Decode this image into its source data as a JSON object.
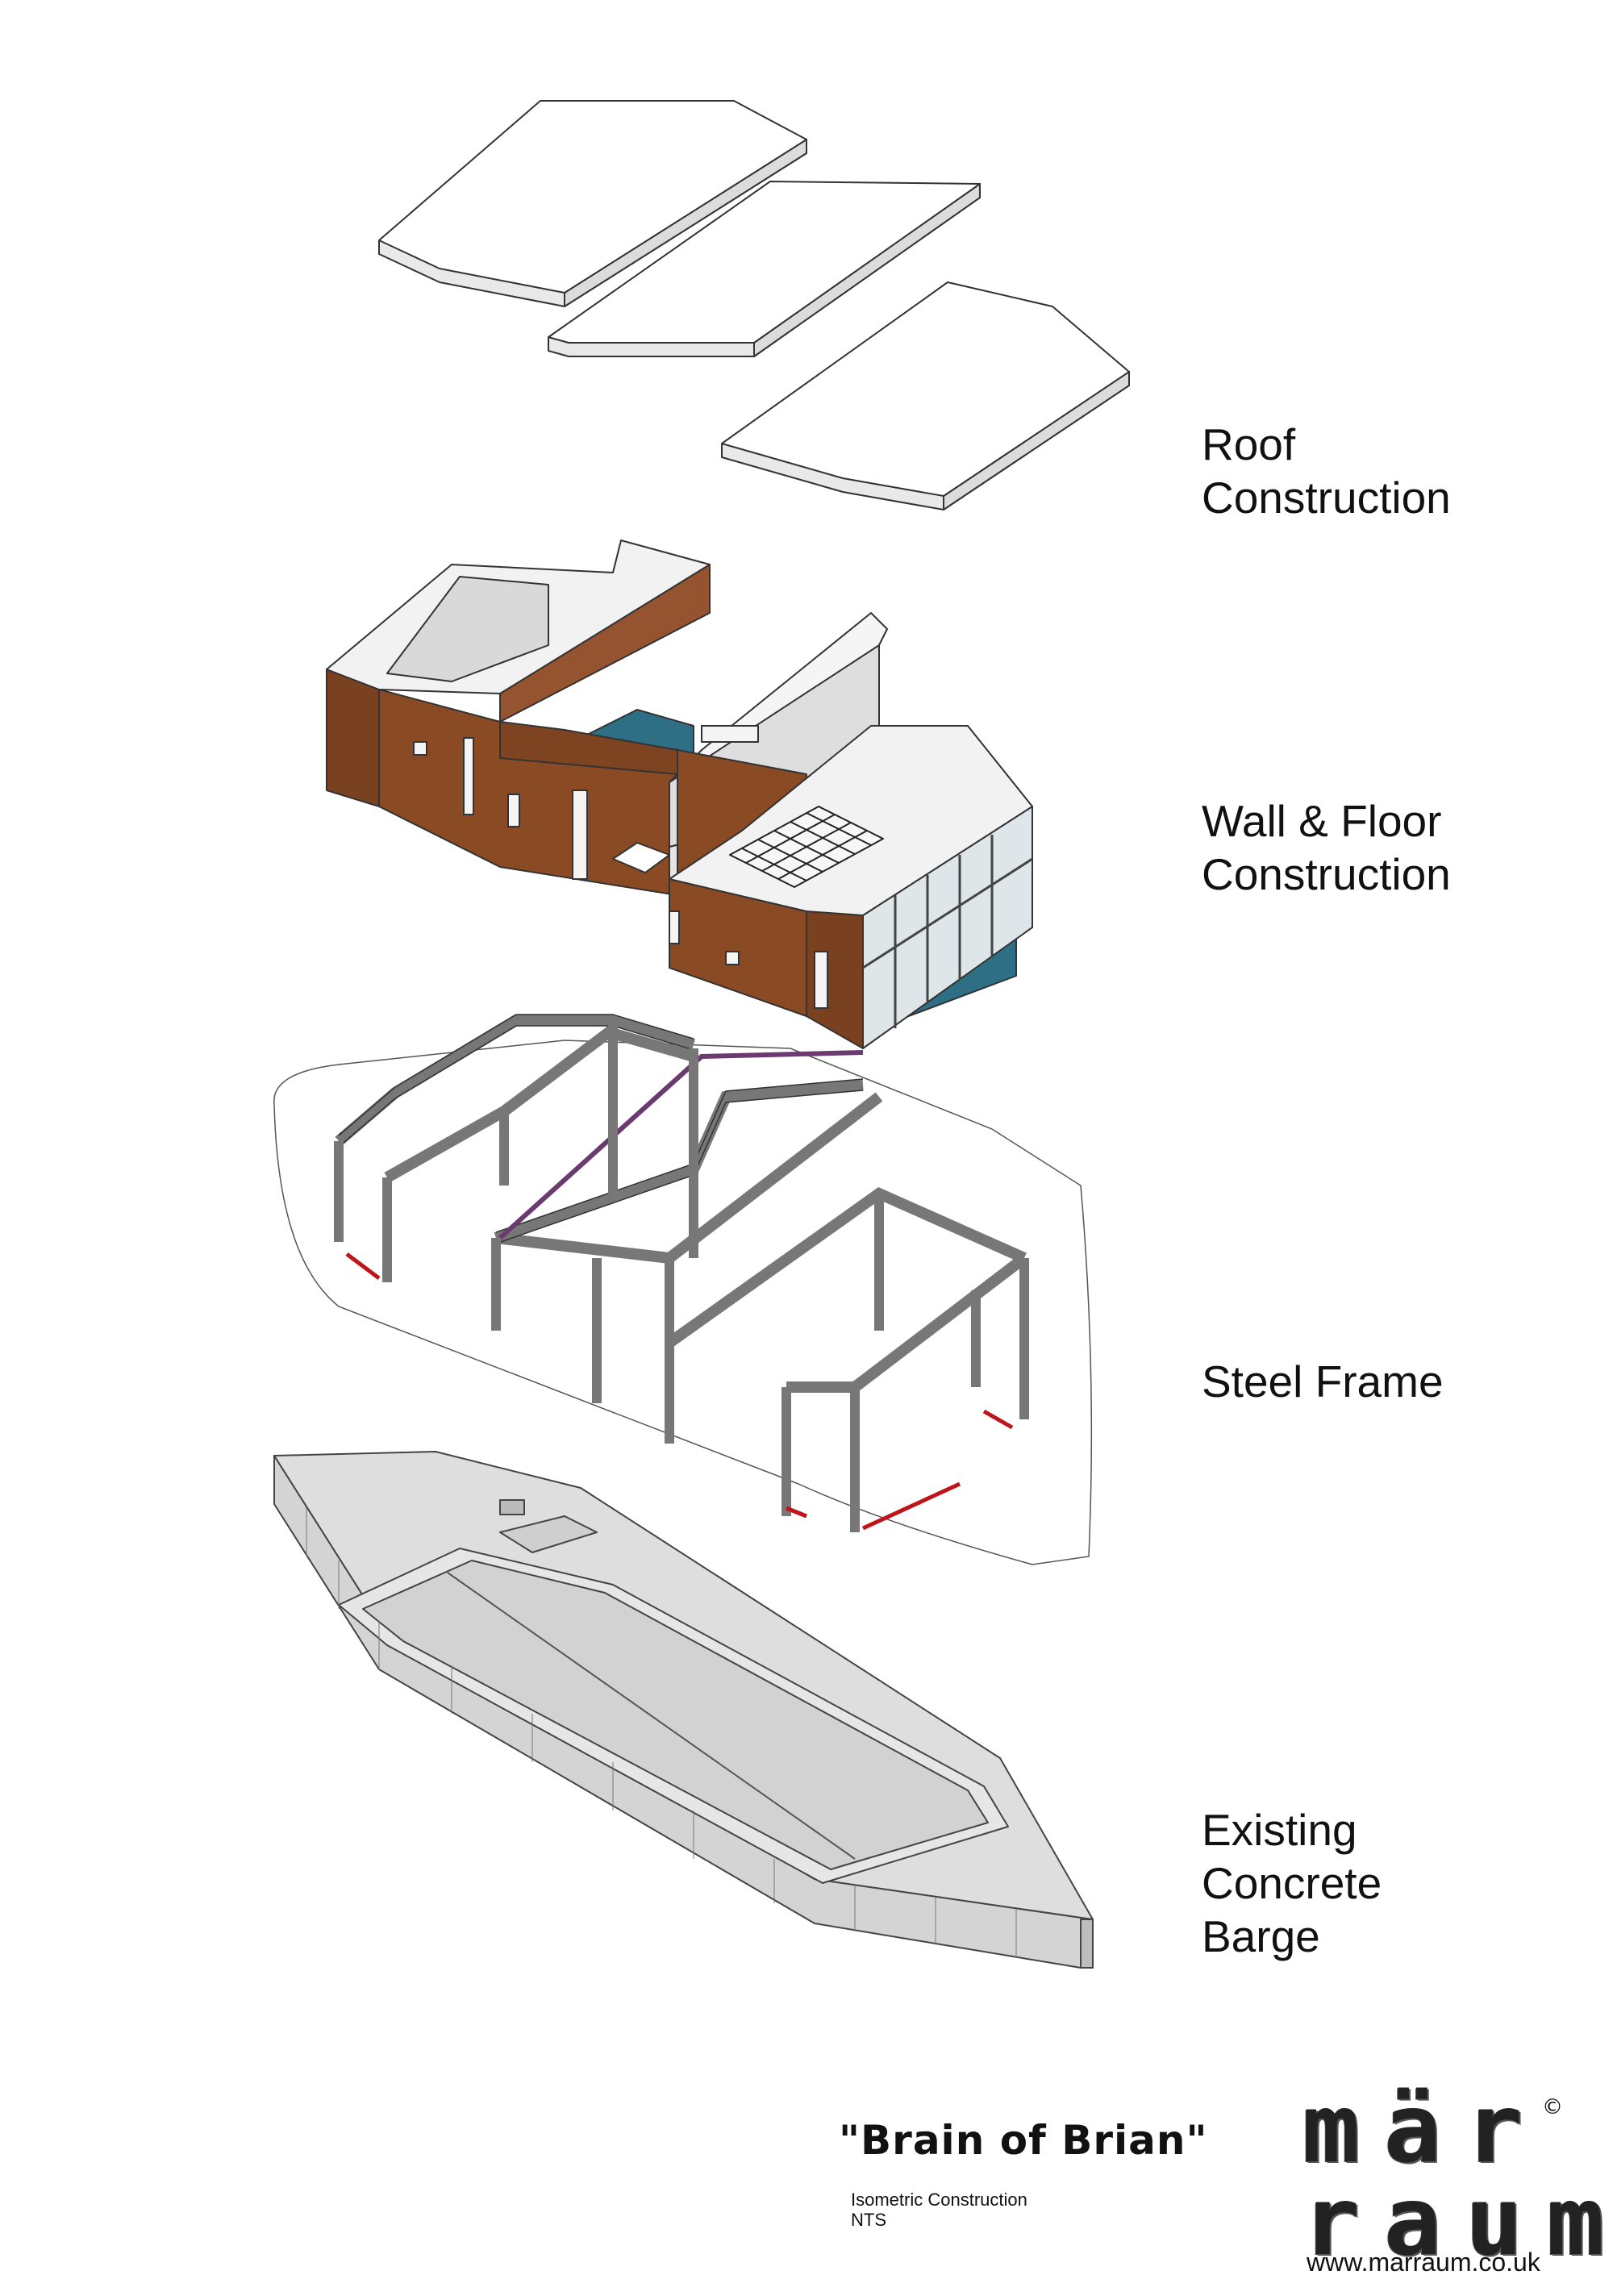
{
  "layers": {
    "roof": "Roof\nConstruction",
    "wall_floor": "Wall & Floor\nConstruction",
    "steel_frame": "Steel Frame",
    "barge": "Existing\nConcrete\nBarge"
  },
  "title_block": {
    "project_title": "\"Brain of Brian\"",
    "drawing_type": "Isometric Construction",
    "scale_note": "NTS"
  },
  "branding": {
    "logo_line1": "mär",
    "logo_line2": "raum",
    "copyright_symbol": "©",
    "website": "www.marraum.co.uk"
  },
  "colors": {
    "cladding": "#8a4a24",
    "floor_tile": "#2e6f86",
    "steel": "#8c8c8c",
    "steel_accent": "#c0141a",
    "concrete": "#d8d8d8"
  }
}
